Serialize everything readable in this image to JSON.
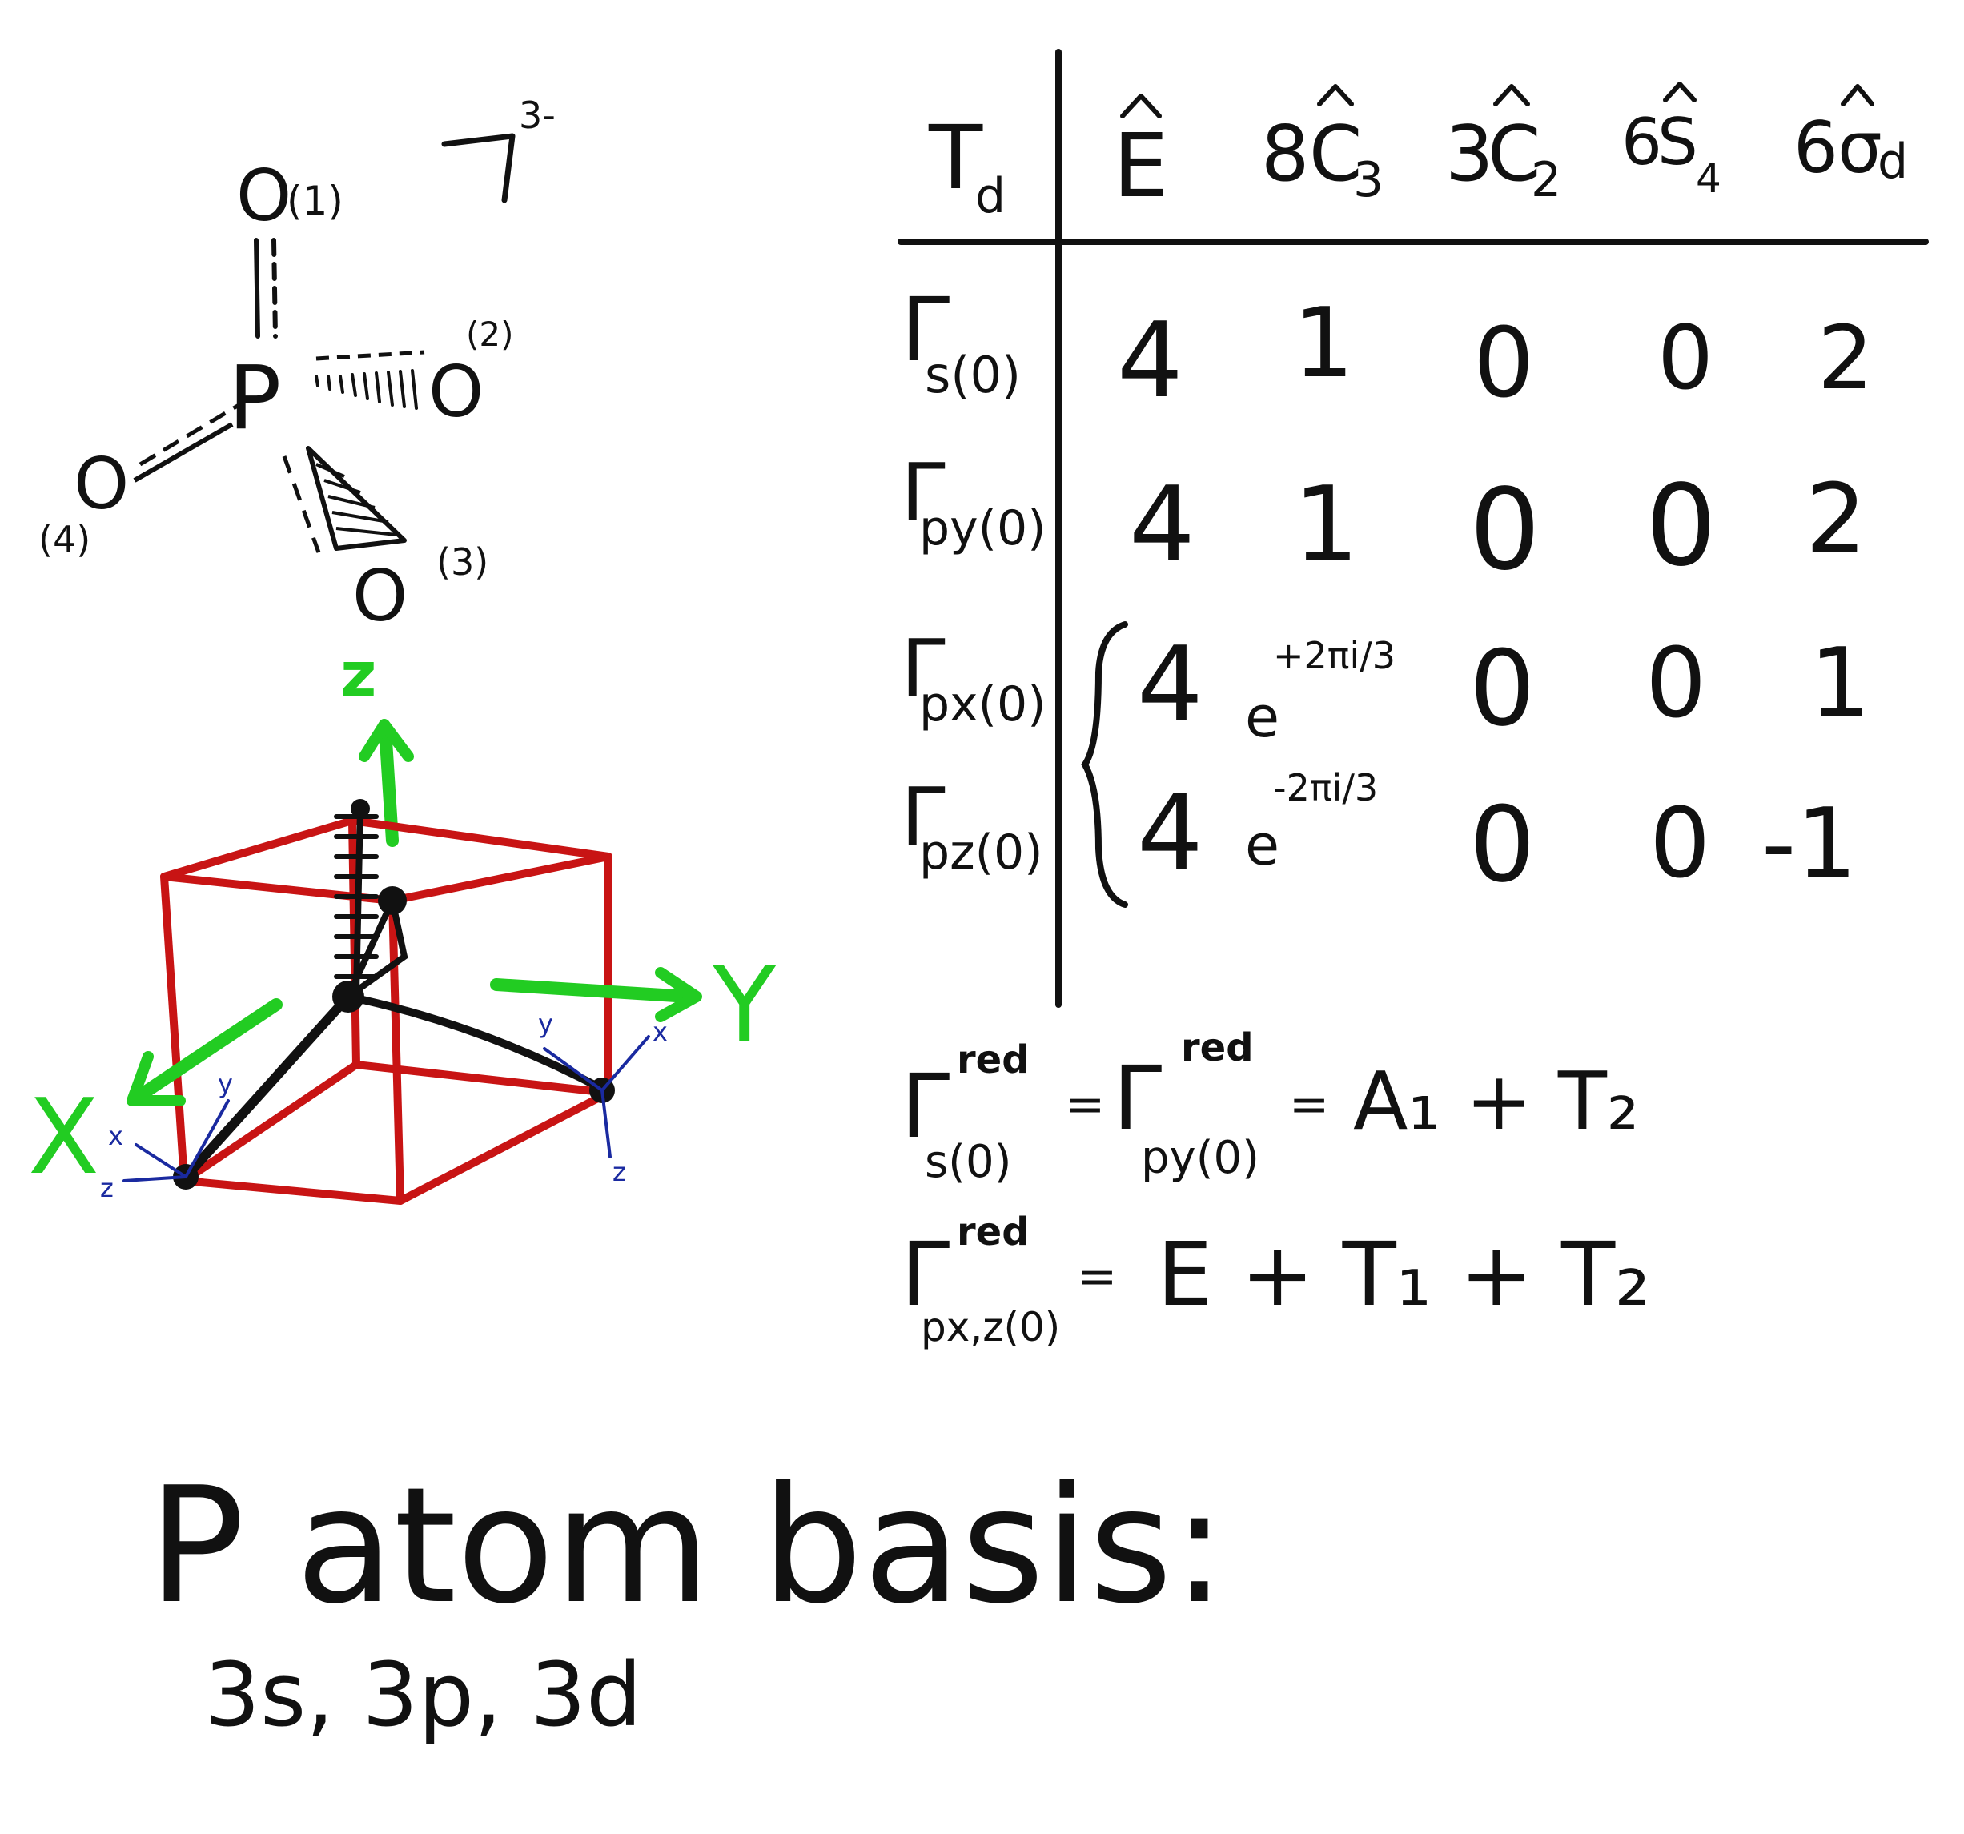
{
  "molecule": {
    "central": "P",
    "charge": "3-",
    "oxygens": [
      {
        "atom": "O",
        "label": "(1)"
      },
      {
        "atom": "O",
        "label": "(2)"
      },
      {
        "atom": "O",
        "label": "(3)"
      },
      {
        "atom": "O",
        "label": "(4)"
      }
    ]
  },
  "axes": {
    "z": "z",
    "x": "X",
    "y": "Y",
    "local_x": "x",
    "local_y": "y",
    "local_z": "z"
  },
  "colors": {
    "ink": "#111111",
    "cube": "#c81414",
    "axis_green": "#22cc22",
    "local_axes": "#1a2aa0"
  },
  "table": {
    "group": "T",
    "group_sub": "d",
    "operations": [
      {
        "coef": "",
        "op": "E",
        "sub": ""
      },
      {
        "coef": "8",
        "op": "C",
        "sub": "3"
      },
      {
        "coef": "3",
        "op": "C",
        "sub": "2"
      },
      {
        "coef": "6",
        "op": "S",
        "sub": "4"
      },
      {
        "coef": "6",
        "op": "σ",
        "sub": "d"
      }
    ],
    "rows": [
      {
        "gamma": "Γ",
        "sub": "s(0)",
        "values": [
          "4",
          "1",
          "0",
          "0",
          "2"
        ]
      },
      {
        "gamma": "Γ",
        "sub": "py(0)",
        "values": [
          "4",
          "1",
          "0",
          "0",
          "2"
        ]
      },
      {
        "gamma": "Γ",
        "sub": "px(0)",
        "values": [
          "4",
          "e",
          "0",
          "0",
          "1"
        ],
        "exp": "+2πi/3"
      },
      {
        "gamma": "Γ",
        "sub": "pz(0)",
        "values": [
          "4",
          "e",
          "0",
          "0",
          "-1"
        ],
        "exp": "-2πi/3"
      }
    ]
  },
  "reductions": {
    "line1": {
      "lhs_sub": "s(0)",
      "mid_sub": "py(0)",
      "sup": "red",
      "rhs": "A₁ + T₂"
    },
    "line2": {
      "lhs_sub": "px,z(0)",
      "sup": "red",
      "rhs": "E + T₁ + T₂"
    }
  },
  "basis": {
    "title": "P atom basis:",
    "orbitals": "3s, 3p, 3d"
  }
}
